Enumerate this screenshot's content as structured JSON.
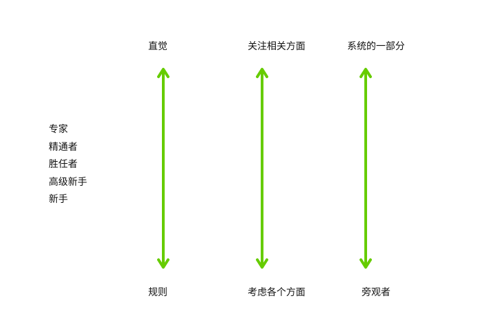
{
  "levels": [
    "专家",
    "精通者",
    "胜任者",
    "高级新手",
    "新手"
  ],
  "dimensions": [
    {
      "top": "直觉",
      "bottom": "规则"
    },
    {
      "top": "关注相关方面",
      "bottom": "考虑各个方面"
    },
    {
      "top": "系统的一部分",
      "bottom": "旁观者"
    }
  ],
  "colors": {
    "arrow": "#66cc00",
    "text": "#111111",
    "background": "#ffffff"
  }
}
